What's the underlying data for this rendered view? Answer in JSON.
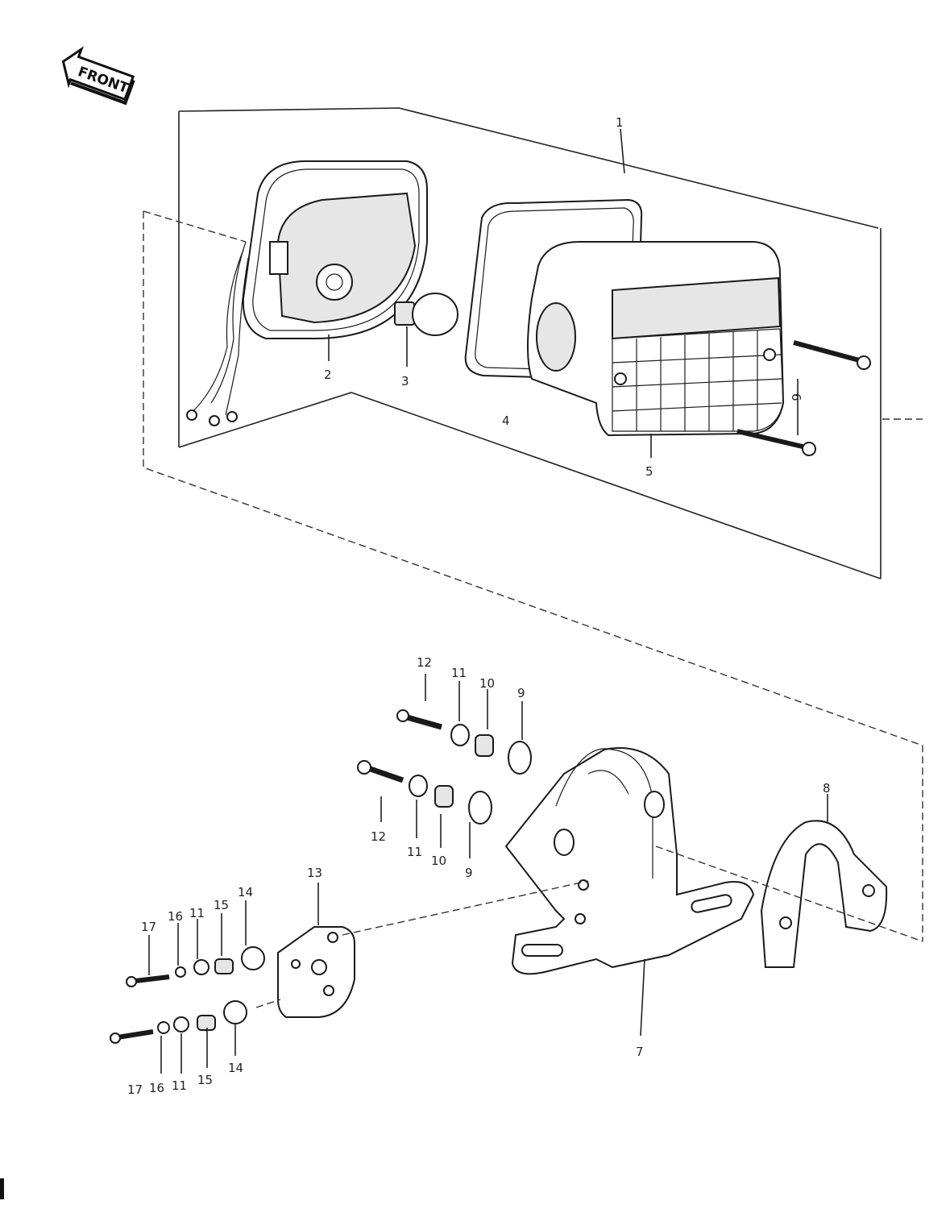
{
  "front_badge": "FRONT",
  "callouts": [
    {
      "id": "c1",
      "text": "1"
    },
    {
      "id": "c2",
      "text": "2"
    },
    {
      "id": "c3",
      "text": "3"
    },
    {
      "id": "c4",
      "text": "4"
    },
    {
      "id": "c5",
      "text": "5"
    },
    {
      "id": "c6",
      "text": "6"
    },
    {
      "id": "c7",
      "text": "7"
    },
    {
      "id": "c8",
      "text": "8"
    },
    {
      "id": "c9a",
      "text": "9"
    },
    {
      "id": "c9b",
      "text": "9"
    },
    {
      "id": "c10a",
      "text": "10"
    },
    {
      "id": "c10b",
      "text": "10"
    },
    {
      "id": "c11a",
      "text": "11"
    },
    {
      "id": "c11b",
      "text": "11"
    },
    {
      "id": "c11c",
      "text": "11"
    },
    {
      "id": "c11d",
      "text": "11"
    },
    {
      "id": "c12a",
      "text": "12"
    },
    {
      "id": "c12b",
      "text": "12"
    },
    {
      "id": "c13",
      "text": "13"
    },
    {
      "id": "c14a",
      "text": "14"
    },
    {
      "id": "c14b",
      "text": "14"
    },
    {
      "id": "c15a",
      "text": "15"
    },
    {
      "id": "c15b",
      "text": "15"
    },
    {
      "id": "c16a",
      "text": "16"
    },
    {
      "id": "c16b",
      "text": "16"
    },
    {
      "id": "c17a",
      "text": "17"
    },
    {
      "id": "c17b",
      "text": "17"
    }
  ]
}
